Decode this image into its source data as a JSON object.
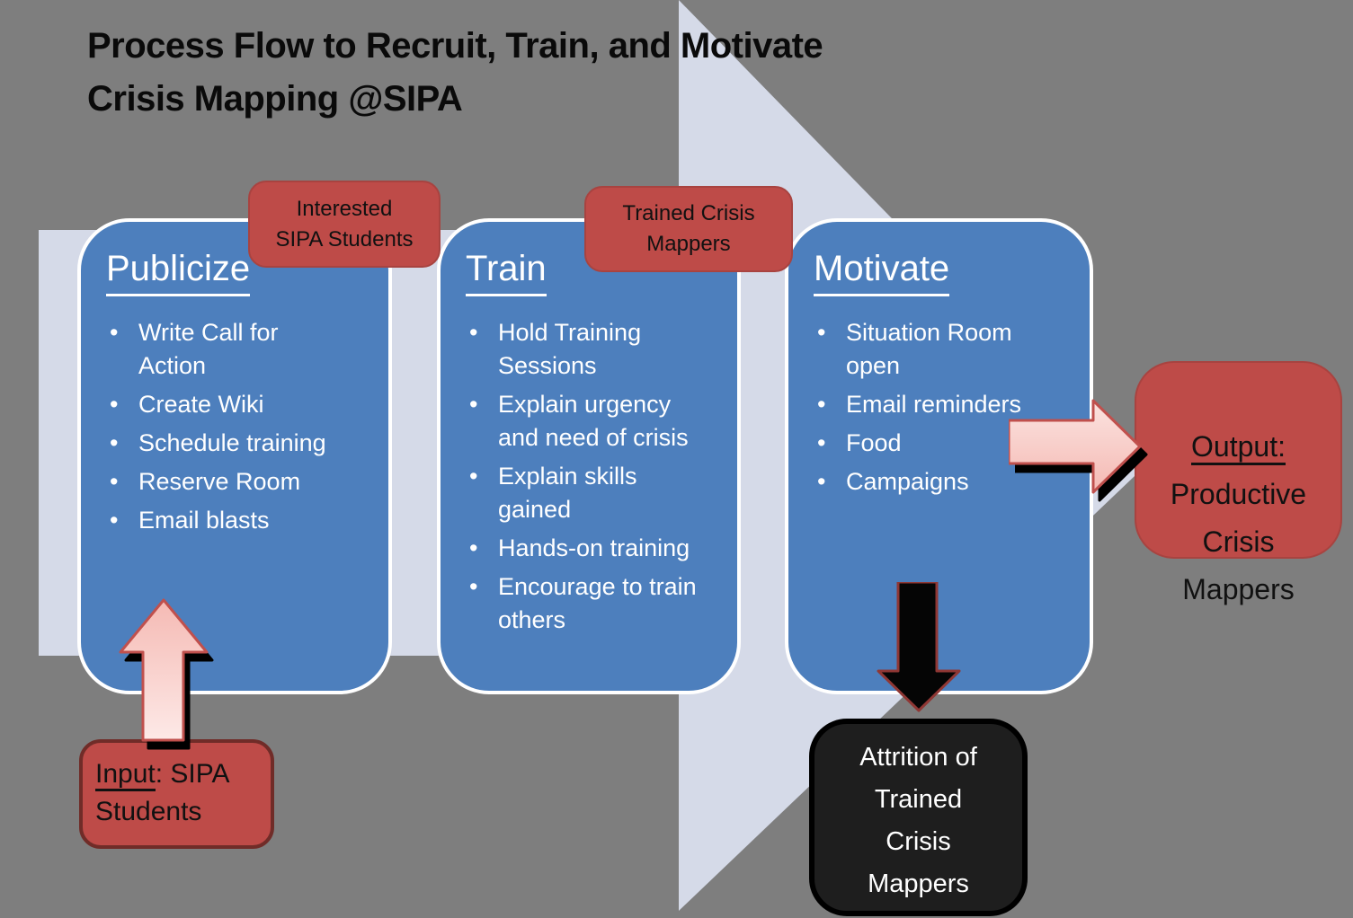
{
  "title": "Process Flow to Recruit, Train, and Motivate\nCrisis Mapping @SIPA",
  "stages": [
    {
      "heading": "Publicize",
      "bullets": [
        "Write Call for\nAction",
        "Create Wiki",
        "Schedule training",
        "Reserve Room",
        "Email blasts"
      ]
    },
    {
      "heading": "Train",
      "bullets": [
        "Hold Training\nSessions",
        "Explain urgency\nand need of crisis",
        "Explain skills\ngained",
        "Hands-on training",
        "Encourage to train\nothers"
      ]
    },
    {
      "heading": "Motivate",
      "bullets": [
        "Situation Room\nopen",
        "Email reminders",
        "Food",
        "Campaigns"
      ]
    }
  ],
  "callouts": {
    "interested": "Interested\nSIPA Students",
    "trained": "Trained Crisis\nMappers"
  },
  "input": {
    "underlined": "Input",
    "after": ": SIPA",
    "line2": "Students"
  },
  "output": {
    "underlined": "Output:",
    "rest": "Productive\nCrisis\nMappers"
  },
  "attrition": "Attrition of\nTrained\nCrisis\nMappers",
  "colors": {
    "background": "#7E7E7E",
    "big_arrow": "#D5DAE8",
    "stage_fill": "#4D7FBD",
    "stage_border": "#FFFFFF",
    "callout_fill": "#BE4B48",
    "dark_box_fill": "#1E1E1E",
    "pink_arrow_light": "#FDE9E7",
    "pink_arrow_deep": "#F5BAB4",
    "arrow_outline_red": "#C0504D",
    "shadow": "#000000"
  }
}
